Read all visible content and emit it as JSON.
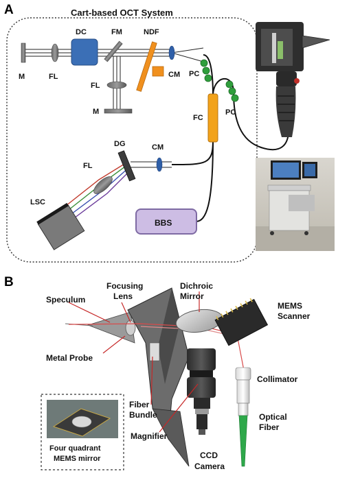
{
  "panel_a": {
    "letter": "A",
    "title": "Cart-based OCT System",
    "labels": {
      "m1": "M",
      "fl1": "FL",
      "dc": "DC",
      "fm": "FM",
      "ndf": "NDF",
      "fl2": "FL",
      "m2": "M",
      "cm1": "CM",
      "pc1": "PC",
      "pc2": "PC",
      "fc": "FC",
      "dg": "DG",
      "cm2": "CM",
      "fl3": "FL",
      "lsc": "LSC",
      "bbs": "BBS"
    }
  },
  "panel_b": {
    "letter": "B",
    "labels": {
      "speculum": "Speculum",
      "focusing_lens_1": "Focusing",
      "focusing_lens_2": "Lens",
      "dichroic_1": "Dichroic",
      "dichroic_2": "Mirror",
      "mems_1": "MEMS",
      "mems_2": "Scanner",
      "metal_probe": "Metal Probe",
      "collimator": "Collimator",
      "fiber_bundle_1": "Fiber",
      "fiber_bundle_2": "Bundle",
      "optical_fiber_1": "Optical",
      "optical_fiber_2": "Fiber",
      "magnifier": "Magnifier",
      "ccd_1": "CCD",
      "ccd_2": "Camera",
      "inset_1": "Four quadrant",
      "inset_2": "MEMS mirror"
    }
  },
  "colors": {
    "dc_blue": "#3b6fb6",
    "lens_blue": "#2f5fa8",
    "fc_orange": "#f2a21a",
    "ndf_orange": "#f0901e",
    "pc_green": "#2f9e3c",
    "bbs_purple": "#cdbde4",
    "beam_red": "#d84a4a",
    "fiber_green": "#2ea84a"
  }
}
